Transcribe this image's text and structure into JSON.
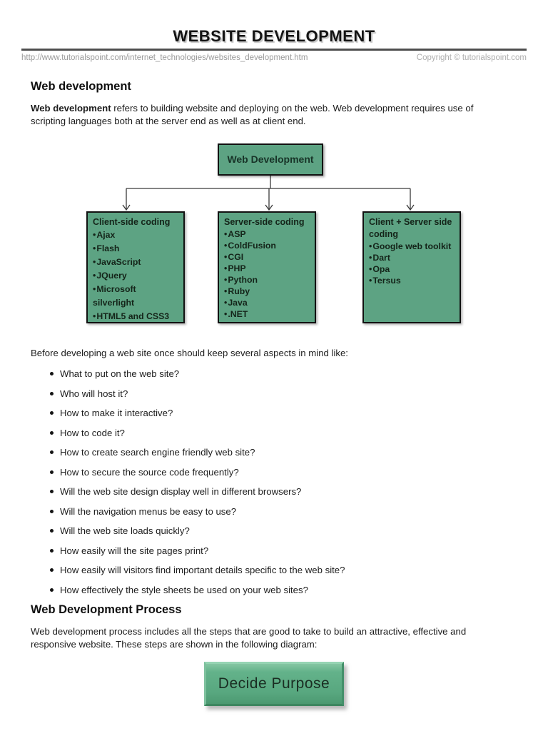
{
  "header": {
    "title": "WEBSITE DEVELOPMENT",
    "url": "http://www.tutorialspoint.com/internet_technologies/websites_development.htm",
    "copyright": "Copyright © tutorialspoint.com"
  },
  "intro": {
    "heading": "Web development",
    "para_bold": "Web development",
    "para_rest": " refers to building website and deploying on the web. Web development requires use of scripting languages both at the server end as well as at client end."
  },
  "diagram": {
    "root_label": "Web Development",
    "colors": {
      "box_fill": "#5da383",
      "box_border": "#121212",
      "connector": "#3a3a3a"
    },
    "boxes": [
      {
        "title": "Client-side coding",
        "items": [
          "Ajax",
          "Flash",
          "JavaScript",
          "JQuery",
          "Microsoft silverlight",
          "HTML5 and CSS3"
        ]
      },
      {
        "title": "Server-side coding",
        "items": [
          "ASP",
          "ColdFusion",
          "CGI",
          "PHP",
          "Python",
          "Ruby",
          "Java",
          ".NET"
        ]
      },
      {
        "title": "Client + Server side coding",
        "items": [
          "Google web toolkit",
          "Dart",
          "Opa",
          "Tersus"
        ]
      }
    ]
  },
  "aspects": {
    "lead": "Before developing a web site once should keep several aspects in mind like:",
    "items": [
      "What to put on the web site?",
      "Who will host it?",
      "How to make it interactive?",
      "How to code it?",
      "How to create search engine friendly web site?",
      "How to secure the source code frequently?",
      "Will the web site design display well in different browsers?",
      "Will the navigation menus be easy to use?",
      "Will the web site loads quickly?",
      "How easily will the site pages print?",
      "How easily will visitors find important details specific to the web site?",
      "How effectively the style sheets be used on your web sites?"
    ]
  },
  "process": {
    "heading": "Web Development Process",
    "para": "Web development process includes all the steps that are good to take to build an attractive, effective and responsive website. These steps are shown in the following diagram:",
    "step_label": "Decide Purpose"
  }
}
